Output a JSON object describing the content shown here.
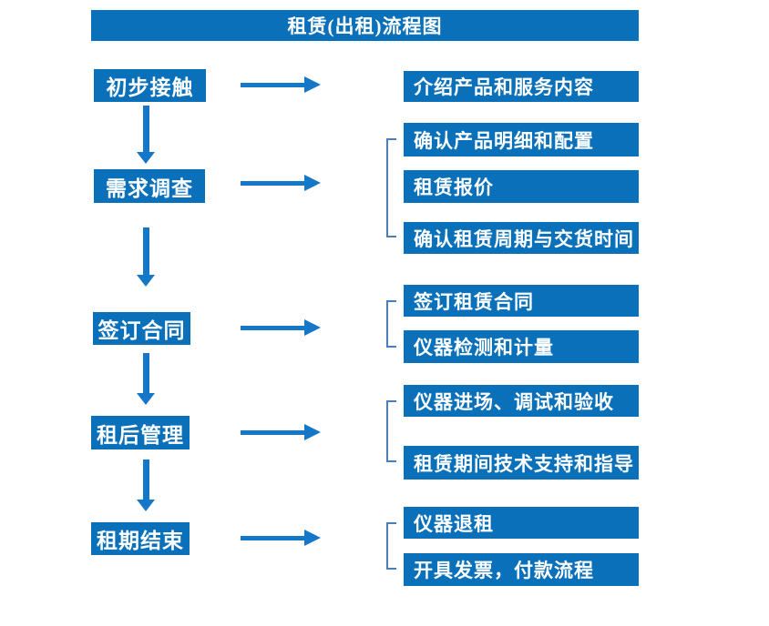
{
  "title": "租赁(出租)流程图",
  "colors": {
    "box_fill": "#0a70b9",
    "arrow": "#1577c8",
    "bracket": "#4a7ebb",
    "text": "#ffffff",
    "background": "#ffffff"
  },
  "steps": [
    {
      "label": "初步接触",
      "outputs": [
        "介绍产品和服务内容"
      ]
    },
    {
      "label": "需求调查",
      "outputs": [
        "确认产品明细和配置",
        "租赁报价",
        "确认租赁周期与交货时间"
      ]
    },
    {
      "label": "签订合同",
      "outputs": [
        "签订租赁合同",
        "仪器检测和计量"
      ]
    },
    {
      "label": "租后管理",
      "outputs": [
        "仪器进场、调试和验收",
        "租赁期间技术支持和指导"
      ]
    },
    {
      "label": "租期结束",
      "outputs": [
        "仪器退租",
        "开具发票，付款流程"
      ]
    }
  ]
}
